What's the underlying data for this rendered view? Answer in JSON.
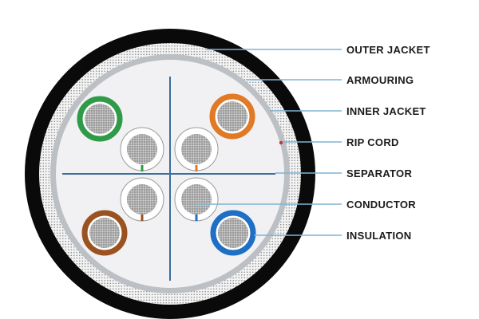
{
  "labels": {
    "outer_jacket": "OUTER JACKET",
    "armouring": "ARMOURING",
    "inner_jacket": "INNER JACKET",
    "rip_cord": "RIP CORD",
    "separator": "SEPARATOR",
    "conductor": "CONDUCTOR",
    "insulation": "INSULATION"
  },
  "colors": {
    "outer_jacket": "#0a0a0a",
    "armouring_ring": "#e6e6e6",
    "inner_jacket": "#b8bcc0",
    "core_fill": "#f1f1f3",
    "separator": "#3b6e9c",
    "leader_line": "#7fb3d5",
    "conductor": "#a8a8a8",
    "pair_green": "#2f9a48",
    "pair_orange": "#e07a26",
    "pair_brown": "#9a5320",
    "pair_blue": "#1f6fc4",
    "pair_white": "#ffffff",
    "rip_cord": "#c0392b"
  }
}
